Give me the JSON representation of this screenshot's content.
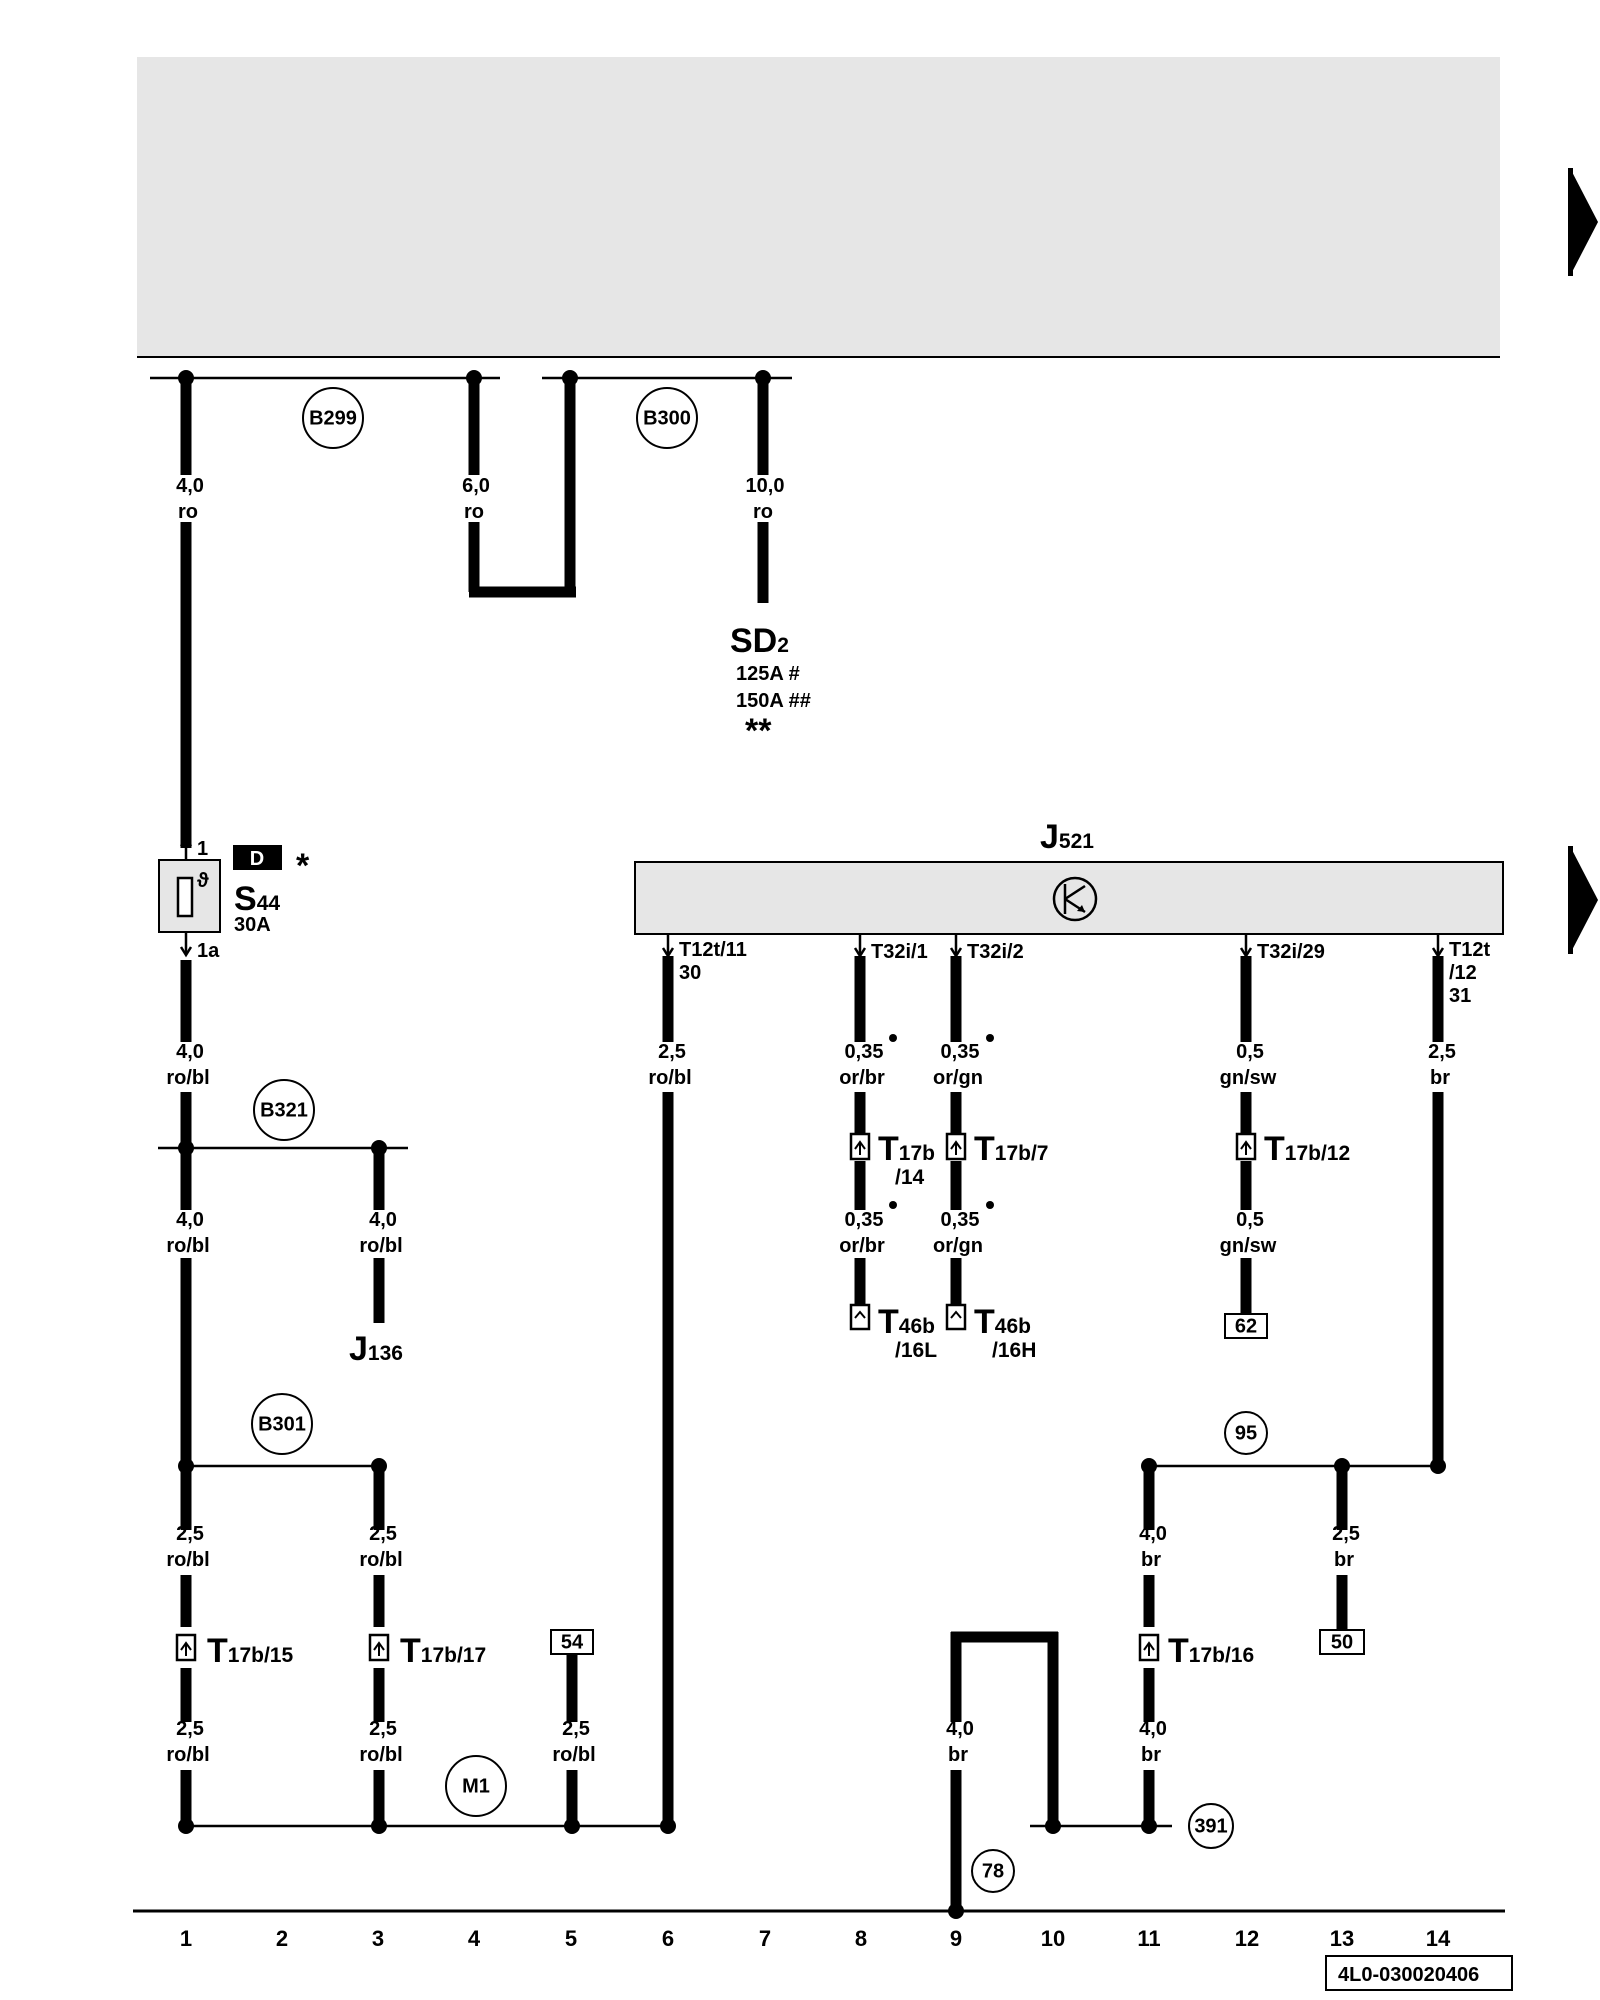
{
  "title_area": {
    "fill": "#e6e6e6"
  },
  "bus_labels": [
    "B299",
    "B300",
    "B321",
    "B301",
    "M1"
  ],
  "wires": {
    "w1a": [
      "4,0",
      "ro"
    ],
    "w4a": [
      "6,0",
      "ro"
    ],
    "w7a": [
      "10,0",
      "ro"
    ],
    "w1b": [
      "4,0",
      "ro/bl"
    ],
    "w1c": [
      "4,0",
      "ro/bl"
    ],
    "w3a": [
      "4,0",
      "ro/bl"
    ],
    "w1d": [
      "2,5",
      "ro/bl"
    ],
    "w1e": [
      "2,5",
      "ro/bl"
    ],
    "w3b": [
      "2,5",
      "ro/bl"
    ],
    "w3c": [
      "2,5",
      "ro/bl"
    ],
    "w5a": [
      "2,5",
      "ro/bl"
    ],
    "w6a": [
      "2,5",
      "ro/bl"
    ],
    "w8a": [
      "0,35",
      "or/br"
    ],
    "w8b": [
      "0,35",
      "or/br"
    ],
    "w9a": [
      "0,35",
      "or/gn"
    ],
    "w9b": [
      "0,35",
      "or/gn"
    ],
    "w12a": [
      "0,5",
      "gn/sw"
    ],
    "w12b": [
      "0,5",
      "gn/sw"
    ],
    "w14a": [
      "2,5",
      "br"
    ],
    "w11a": [
      "4,0",
      "br"
    ],
    "w11b": [
      "4,0",
      "br"
    ],
    "w13a": [
      "2,5",
      "br"
    ],
    "w9c": [
      "4,0",
      "br"
    ]
  },
  "components": {
    "sd": {
      "name": "SD",
      "sub": "2",
      "rating1": "125A #",
      "rating2": "150A ##",
      "note": "**"
    },
    "fuse": {
      "name": "S",
      "sub": "44",
      "rating": "30A",
      "pin_top": "1",
      "pin_bottom": "1a",
      "badge": "D",
      "star": "*"
    },
    "relay": {
      "name": "J",
      "sub": "136"
    },
    "module": {
      "name": "J",
      "sub": "521"
    }
  },
  "module_pins": {
    "p6": [
      "T12t/11",
      "30"
    ],
    "p8": "T32i/1",
    "p9": "T32i/2",
    "p12": "T32i/29",
    "p14": [
      "T12t",
      "/12",
      "31"
    ]
  },
  "connectors": {
    "c1": {
      "name": "T",
      "sub": "17b/15"
    },
    "c3": {
      "name": "T",
      "sub": "17b/17"
    },
    "c8a": {
      "name": "T",
      "sub": "17b",
      "line2": "/14"
    },
    "c9a": {
      "name": "T",
      "sub": "17b/7"
    },
    "c12a": {
      "name": "T",
      "sub": "17b/12"
    },
    "c8b": {
      "name": "T",
      "sub": "46b",
      "line2": "/16L"
    },
    "c9b": {
      "name": "T",
      "sub": "46b",
      "line2": "/16H"
    },
    "c11": {
      "name": "T",
      "sub": "17b/16"
    }
  },
  "references": {
    "box54": "54",
    "box62": "62",
    "box50": "50",
    "circ95": "95",
    "circ391": "391",
    "circ78": "78"
  },
  "columns": [
    "1",
    "2",
    "3",
    "4",
    "5",
    "6",
    "7",
    "8",
    "9",
    "10",
    "11",
    "12",
    "13",
    "14"
  ],
  "footer_code": "4L0-030020406"
}
